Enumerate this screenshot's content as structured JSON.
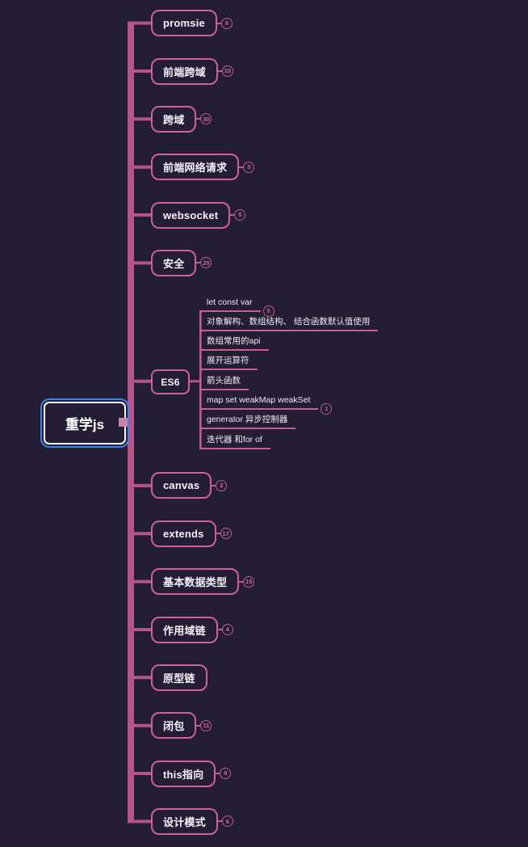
{
  "root": {
    "label": "重学js"
  },
  "colors": {
    "background": "#241d36",
    "branch": "#b4548c",
    "node_border": "#cf5f9d",
    "child_line": "#cb5c99",
    "badge": "#c05a93",
    "text": "#f4f1f7",
    "selection_outline": "#3e84e8",
    "root_border": "#fbfafc",
    "root_connector": "#cf7fae"
  },
  "topics": [
    {
      "label": "promsie",
      "badge": "8"
    },
    {
      "label": "前端跨域",
      "badge": "10"
    },
    {
      "label": "跨域",
      "badge": "30"
    },
    {
      "label": "前端网络请求",
      "badge": "3"
    },
    {
      "label": "websocket",
      "badge": "5"
    },
    {
      "label": "安全",
      "badge": "25"
    },
    {
      "label": "ES6",
      "badge": ""
    },
    {
      "label": "canvas",
      "badge": "2"
    },
    {
      "label": "extends",
      "badge": "17"
    },
    {
      "label": "基本数据类型",
      "badge": "15"
    },
    {
      "label": "作用域链",
      "badge": "4"
    },
    {
      "label": "原型链",
      "badge": ""
    },
    {
      "label": "闭包",
      "badge": "11"
    },
    {
      "label": "this指向",
      "badge": "8"
    },
    {
      "label": "设计模式",
      "badge": "6"
    }
  ],
  "es6_children": [
    {
      "label": "let const var",
      "badge": "5"
    },
    {
      "label": "对象解构、数组结构、 结合函数默认值使用",
      "badge": ""
    },
    {
      "label": "数组常用的api",
      "badge": ""
    },
    {
      "label": "展开运算符",
      "badge": ""
    },
    {
      "label": "箭头函数",
      "badge": ""
    },
    {
      "label": "map set weakMap weakSet",
      "badge": "1"
    },
    {
      "label": "generator 异步控制器",
      "badge": ""
    },
    {
      "label": "迭代器 和for  of",
      "badge": ""
    }
  ]
}
